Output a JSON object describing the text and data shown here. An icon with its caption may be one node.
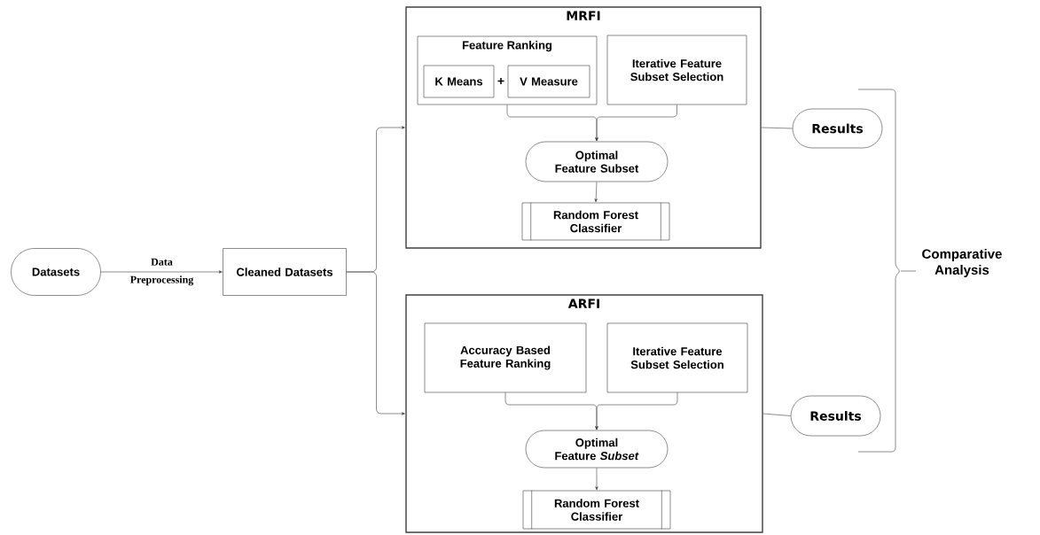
{
  "diagram": {
    "nodes": [
      {
        "text": [
          "Datasets"
        ]
      },
      {
        "text": [
          "Cleaned Datasets"
        ]
      },
      {
        "text": [
          "MRFI"
        ]
      },
      {
        "text": [
          "Feature Ranking"
        ],
        "in": 2
      },
      {
        "text": [
          "K Means"
        ],
        "in": 3
      },
      {
        "text": [
          "V Measure"
        ],
        "in": 3
      },
      {
        "text": [
          "Iterative Feature Subset Selection"
        ],
        "in": 2
      },
      {
        "text": [
          "Optimal Feature Subset"
        ],
        "in": 2
      },
      {
        "text": [
          "Random Forest Classifier"
        ],
        "in": 2
      },
      {
        "text": [
          "ARFI"
        ]
      },
      {
        "text": [
          "Accuracy Based Feature Ranking"
        ],
        "in": 9
      },
      {
        "text": [
          "Iterative Feature Subset Selection"
        ],
        "in": 9
      },
      {
        "text": [
          "Optimal Feature *Subset*"
        ],
        "in": 9
      },
      {
        "text": [
          "Random Forest Classifier"
        ],
        "in": 9
      },
      {
        "text": [
          "Results"
        ]
      },
      {
        "text": [
          "Results"
        ]
      }
    ],
    "edges": [
      {
        "from": 0,
        "to": 1,
        "arrow": "to",
        "label": "Data Preprocessing"
      },
      {
        "from": 1,
        "to": 2,
        "arrow": "to"
      },
      {
        "from": 1,
        "to": 9,
        "arrow": "to"
      },
      {
        "from": 3,
        "to": 7,
        "arrow": "to"
      },
      {
        "from": 6,
        "to": 7,
        "arrow": "to"
      },
      {
        "from": 7,
        "to": 8,
        "arrow": "to"
      },
      {
        "from": 10,
        "to": 12,
        "arrow": "to"
      },
      {
        "from": 11,
        "to": 12,
        "arrow": "to"
      },
      {
        "from": 12,
        "to": 13,
        "arrow": "to"
      },
      {
        "from": 2,
        "to": 14,
        "arrow": "none"
      },
      {
        "from": 9,
        "to": 15,
        "arrow": "none"
      }
    ],
    "labels": [
      "+",
      "Comparative Analysis"
    ]
  }
}
